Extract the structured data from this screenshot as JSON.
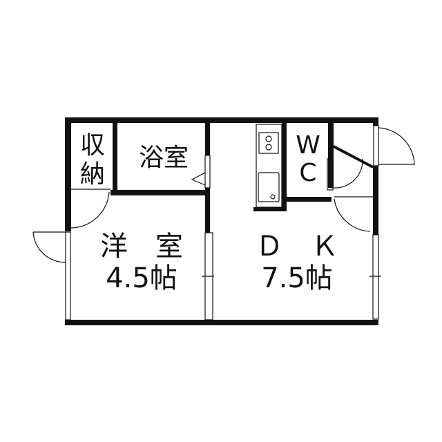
{
  "rooms": {
    "storage": {
      "line1": "収",
      "line2": "納"
    },
    "bath": "浴室",
    "western_room": {
      "name": "洋　室",
      "size": "4.5帖"
    },
    "dk": {
      "name": "Ｄ　Ｋ",
      "size": "7.5帖"
    },
    "wc": {
      "line1": "W",
      "line2": "C"
    }
  },
  "colors": {
    "wall": "#111111",
    "background": "#ffffff"
  }
}
